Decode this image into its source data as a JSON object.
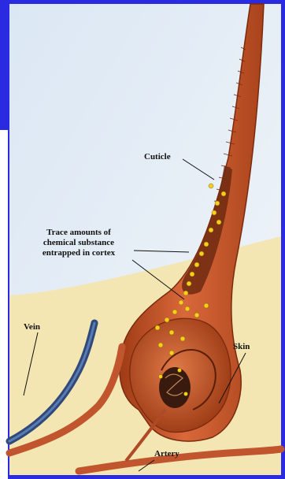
{
  "labels": {
    "cuticle": "Cuticle",
    "trace_line1": "Trace amounts of",
    "trace_line2": "chemical substance",
    "trace_line3": "entrapped in cortex",
    "vein": "Vein",
    "skin": "Skin",
    "artery": "Artery"
  },
  "colors": {
    "border": "#2a2ae0",
    "background_upper": "#e5eef7",
    "skin": "#f3e6b2",
    "hair": "#c8582a",
    "hair_dark": "#8f3313",
    "deposit": "#f5cf1c",
    "vein": "#2f4a7a",
    "artery": "#c0552e"
  }
}
